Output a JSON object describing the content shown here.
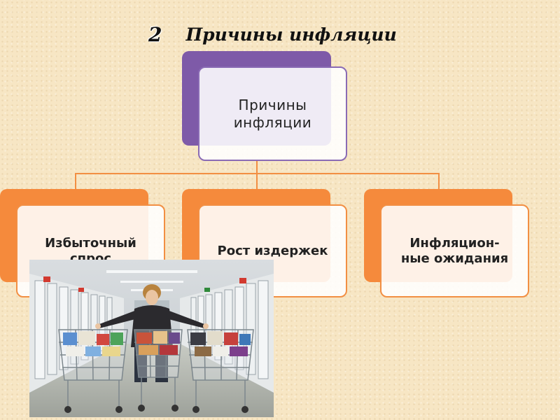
{
  "slide": {
    "number": "2",
    "title": "Причины инфляции"
  },
  "diagram": {
    "root": "Причины инфляции",
    "children": [
      "Избыточный спрос",
      "Рост издержек",
      "Инфляцион-ные ожидания"
    ]
  },
  "photo": {
    "subject": "shopper-with-full-carts"
  },
  "colors": {
    "root_accent": "#7e5aa8",
    "child_accent": "#f58a3c",
    "connector": "#f28f43"
  }
}
